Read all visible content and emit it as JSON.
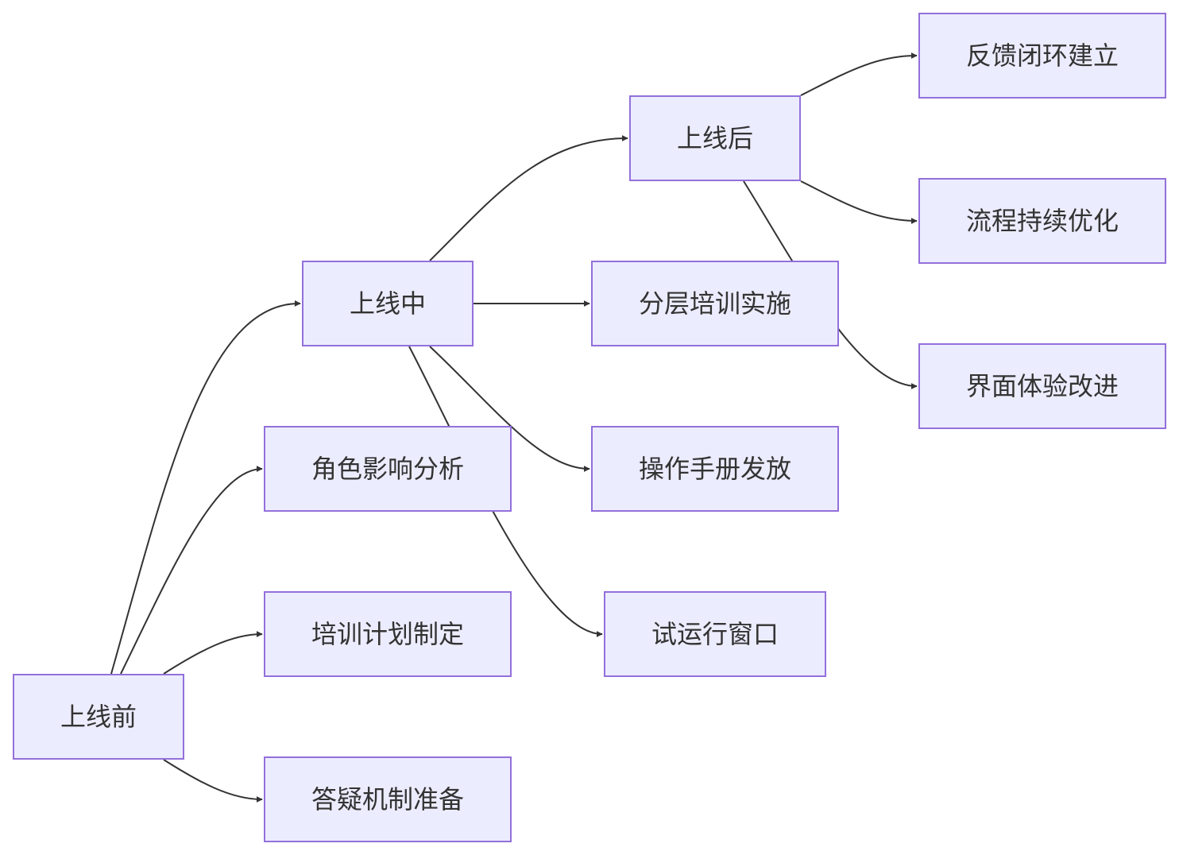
{
  "diagram": {
    "nodes": [
      {
        "id": "pre",
        "label": "上线前"
      },
      {
        "id": "role",
        "label": "角色影响分析"
      },
      {
        "id": "plan",
        "label": "培训计划制定"
      },
      {
        "id": "qa",
        "label": "答疑机制准备"
      },
      {
        "id": "during",
        "label": "上线中"
      },
      {
        "id": "train",
        "label": "分层培训实施"
      },
      {
        "id": "manual",
        "label": "操作手册发放"
      },
      {
        "id": "trial",
        "label": "试运行窗口"
      },
      {
        "id": "post",
        "label": "上线后"
      },
      {
        "id": "feedback",
        "label": "反馈闭环建立"
      },
      {
        "id": "process",
        "label": "流程持续优化"
      },
      {
        "id": "ui",
        "label": "界面体验改进"
      }
    ],
    "edges": [
      {
        "from": "pre",
        "to": "during"
      },
      {
        "from": "pre",
        "to": "role"
      },
      {
        "from": "pre",
        "to": "plan"
      },
      {
        "from": "pre",
        "to": "qa"
      },
      {
        "from": "during",
        "to": "post"
      },
      {
        "from": "during",
        "to": "train"
      },
      {
        "from": "during",
        "to": "manual"
      },
      {
        "from": "during",
        "to": "trial"
      },
      {
        "from": "post",
        "to": "feedback"
      },
      {
        "from": "post",
        "to": "process"
      },
      {
        "from": "post",
        "to": "ui"
      }
    ],
    "colors": {
      "node_fill": "#ECECFF",
      "node_border": "#9370DB",
      "text": "#333333",
      "edge": "#333333"
    }
  }
}
